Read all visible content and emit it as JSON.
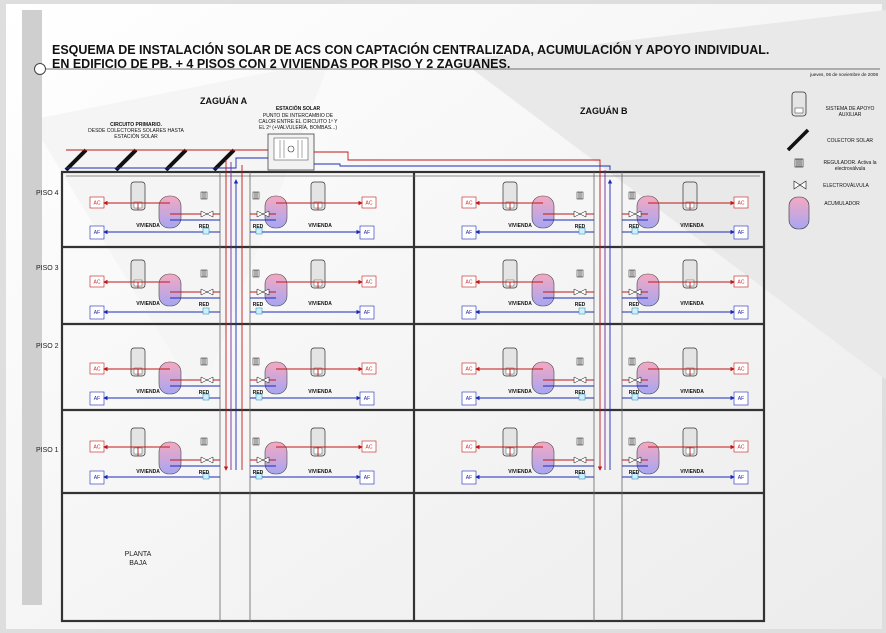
{
  "title_line1": "ESQUEMA DE INSTALACIÓN SOLAR DE ACS CON CAPTACIÓN CENTRALIZADA, ACUMULACIÓN Y APOYO INDIVIDUAL.",
  "title_line2": "EN EDIFICIO DE PB. + 4 PISOS CON 2 VIVIENDAS POR PISO Y 2 ZAGUANES.",
  "date": "jueves, 06 de noviembre de 2008",
  "zaguan_a": "ZAGUÁN A",
  "zaguan_b": "ZAGUÁN B",
  "estacion_title": "ESTACIÓN SOLAR",
  "estacion_desc": [
    "PUNTO DE INTERCAMBIO DE",
    "CALOR ENTRE EL CIRCUITO 1º Y",
    "EL 2º (+VALVULERÍA, BOMBAS...)"
  ],
  "circuito_title": "CIRCUITO PRIMARIO.",
  "circuito_desc": [
    "DESDE COLECTORES SOLARES HASTA",
    "ESTACIÓN SOLAR"
  ],
  "floors": [
    "PISO 4",
    "PISO 3",
    "PISO 2",
    "PISO 1"
  ],
  "planta_baja": [
    "PLANTA",
    "BAJA"
  ],
  "unit_labels": {
    "ac": "AC",
    "af": "AF",
    "vivienda": "VIVIENDA",
    "red": "RED"
  },
  "legend": [
    {
      "icon": "boiler-icon",
      "lines": [
        "SISTEMA DE APOYO",
        "AUXILIAR"
      ]
    },
    {
      "icon": "solar-collector-icon",
      "lines": [
        "COLECTOR SOLAR"
      ]
    },
    {
      "icon": "regulator-icon",
      "lines": [
        "REGULADOR. Activa la",
        "electroválvula"
      ]
    },
    {
      "icon": "solenoid-valve-icon",
      "lines": [
        "ELECTROVÁLVULA"
      ]
    },
    {
      "icon": "accumulator-icon",
      "lines": [
        "ACUMULADOR"
      ]
    }
  ],
  "colors": {
    "hot": "#c01818",
    "cold": "#1a2bb8",
    "accumulator_top": "#f0a0b8",
    "accumulator_bottom": "#a8a8f0",
    "boiler": "#e4e4e4"
  }
}
